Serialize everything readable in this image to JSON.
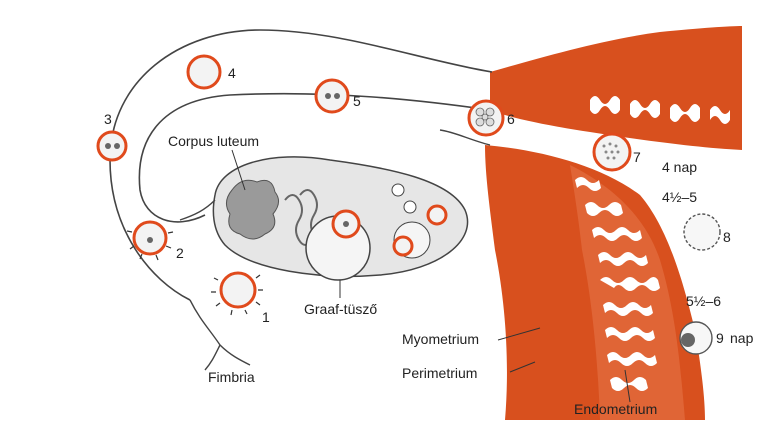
{
  "labels": {
    "corpus_luteum": "Corpus luteum",
    "graaf": "Graaf-tüsző",
    "fimbria": "Fimbria",
    "myometrium": "Myometrium",
    "perimetrium": "Perimetrium",
    "endometrium": "Endometrium"
  },
  "stage_numbers": [
    "1",
    "2",
    "3",
    "4",
    "5",
    "6",
    "7",
    "8",
    "9"
  ],
  "day_labels": {
    "d4": "4 nap",
    "d45": "4½–5",
    "d56": "5½–6",
    "d9": "nap"
  },
  "colors": {
    "muscle": "#d8501e",
    "muscle_dark": "#b83a12",
    "ring": "#e04a1c",
    "ovary": "#e6e6e6",
    "line": "#444444"
  }
}
